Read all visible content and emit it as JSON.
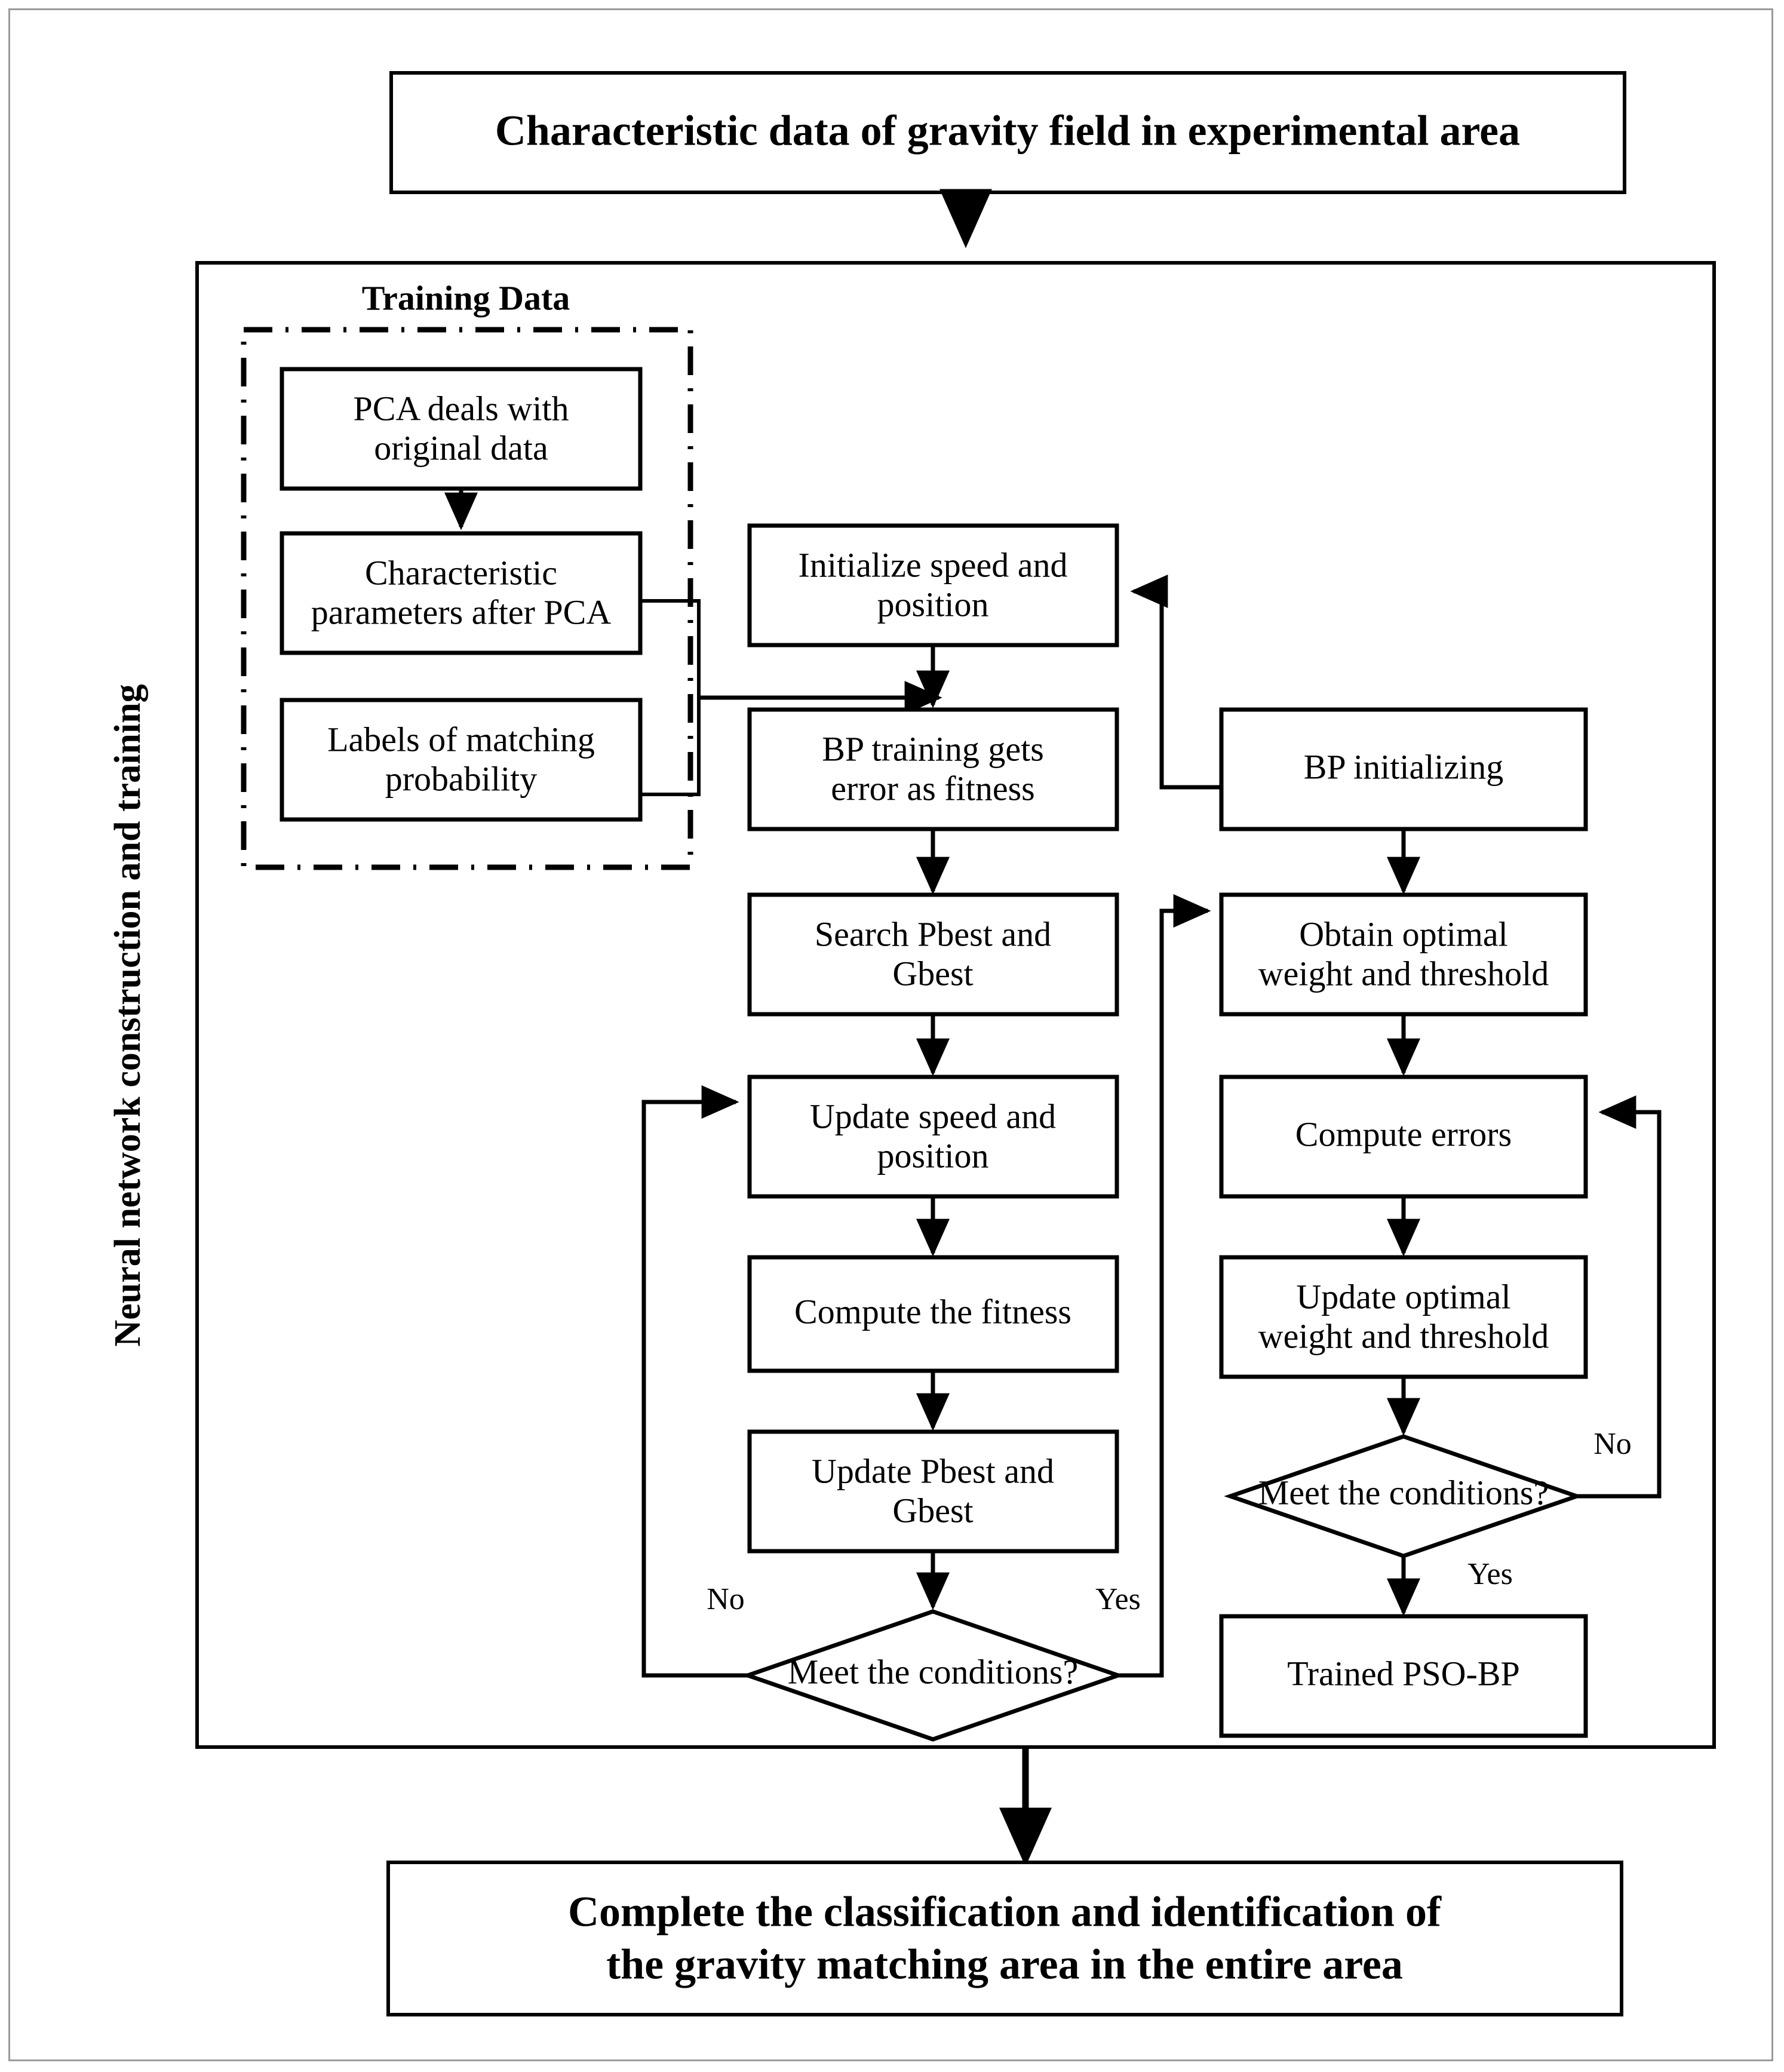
{
  "diagram": {
    "title_top": "Characteristic data of gravity field in experimental area",
    "title_bottom_line1": "Complete the classification and identification of",
    "title_bottom_line2": "the gravity matching area in the entire  area",
    "side_label": "Neural network construction and training",
    "section_label": "Training Data",
    "colors": {
      "stroke": "#000000",
      "fill": "#ffffff",
      "page_frame": "#9a9a9a"
    },
    "nodes": {
      "pca": {
        "line1": "PCA deals with",
        "line2": "original data"
      },
      "char_params": {
        "line1": "Characteristic",
        "line2": "parameters after PCA"
      },
      "labels_prob": {
        "line1": "Labels of matching",
        "line2": "probability"
      },
      "init_speed": {
        "line1": "Initialize  speed  and",
        "line2": "position"
      },
      "bp_training": {
        "line1": "BP  training gets",
        "line2": "error as fitness"
      },
      "search_best": {
        "line1": "Search Pbest and",
        "line2": "Gbest"
      },
      "update_speed": {
        "line1": "Update speed and",
        "line2": "position"
      },
      "compute_fitness": {
        "line1": "Compute the fitness",
        "line2": ""
      },
      "update_best": {
        "line1": "Update Pbest and",
        "line2": "Gbest"
      },
      "decision_left": {
        "line1": "Meet the conditions?",
        "line2": ""
      },
      "bp_init": {
        "line1": "BP  initializing",
        "line2": ""
      },
      "obtain_optimal": {
        "line1": "Obtain optimal",
        "line2": "weight and threshold"
      },
      "compute_errors": {
        "line1": "Compute errors",
        "line2": ""
      },
      "update_optimal": {
        "line1": "Update optimal",
        "line2": "weight and threshold"
      },
      "decision_right": {
        "line1": "Meet the conditions?",
        "line2": ""
      },
      "trained": {
        "line1": "Trained PSO-BP",
        "line2": ""
      }
    },
    "edge_labels": {
      "left_no": "No",
      "left_yes": "Yes",
      "right_no": "No",
      "right_yes": "Yes"
    }
  }
}
